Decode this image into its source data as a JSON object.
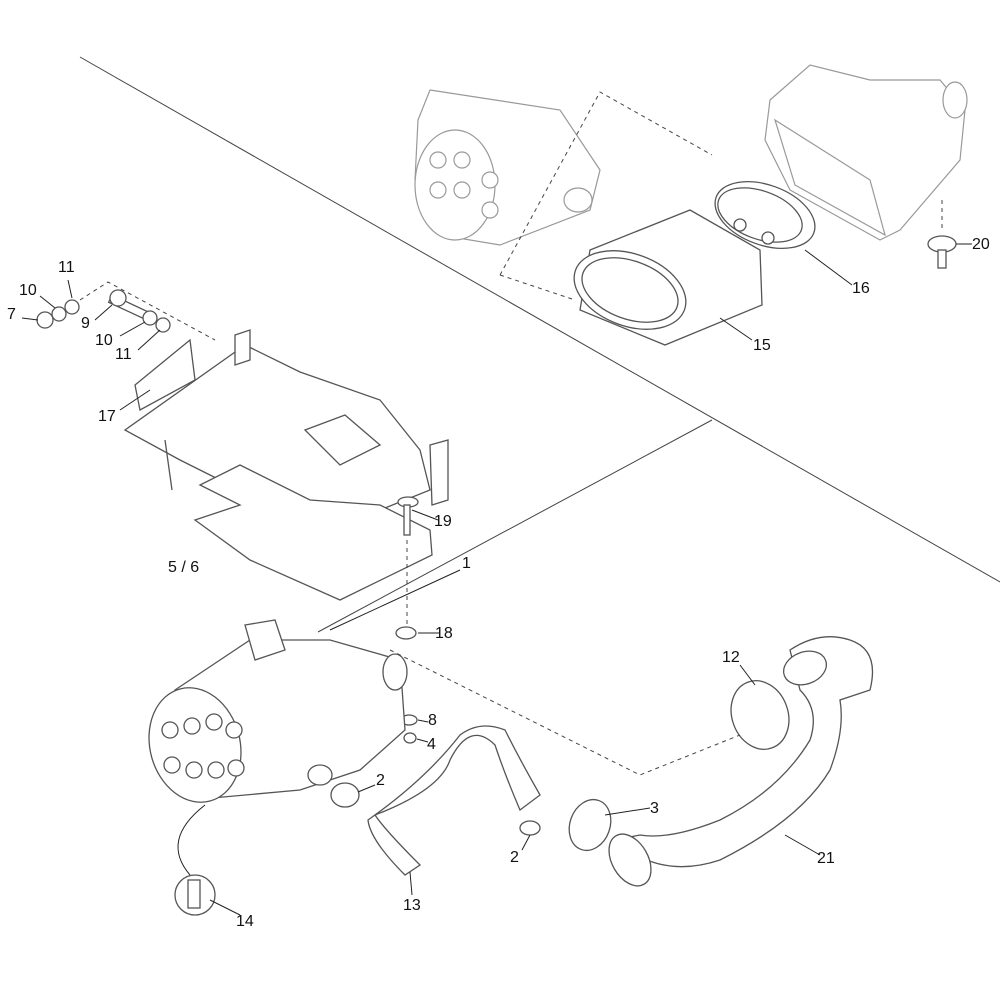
{
  "diagram": {
    "title": "Exploded parts diagram - air filter assembly",
    "labels": [
      "11",
      "10",
      "7",
      "9",
      "10",
      "11",
      "17",
      "19",
      "5 / 6",
      "1",
      "18",
      "8",
      "4",
      "2",
      "3",
      "2",
      "13",
      "14",
      "21",
      "12",
      "20",
      "16",
      "15"
    ]
  }
}
